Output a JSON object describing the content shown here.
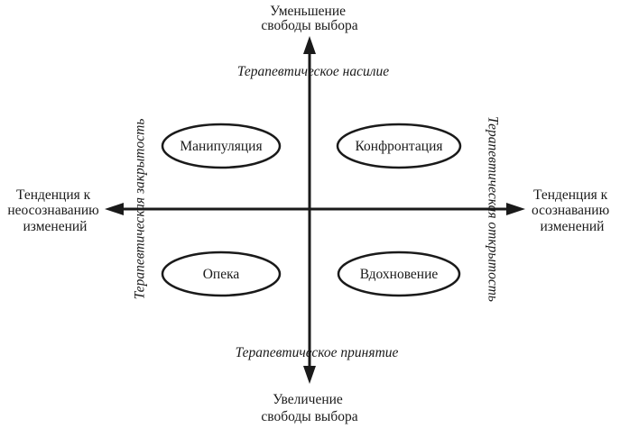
{
  "axes": {
    "top": [
      "Уменьшение",
      "свободы выбора"
    ],
    "bottom": [
      "Увеличение",
      "свободы выбора"
    ],
    "left": [
      "Тенденция к",
      "неосознаванию",
      "изменений"
    ],
    "right": [
      "Тенденция к",
      "осознаванию",
      "изменений"
    ]
  },
  "dimensions": {
    "upper": "Терапевтическое насилие",
    "lower": "Терапевтическое принятие",
    "left": "Терапевтическая закрытость",
    "right": "Терапевтическая открытость"
  },
  "quadrants": {
    "top_left": "Манипуляция",
    "top_right": "Конфронтация",
    "bottom_left": "Опека",
    "bottom_right": "Вдохновение"
  },
  "colors": {
    "ink": "#1a1a1a",
    "background": "#ffffff"
  }
}
